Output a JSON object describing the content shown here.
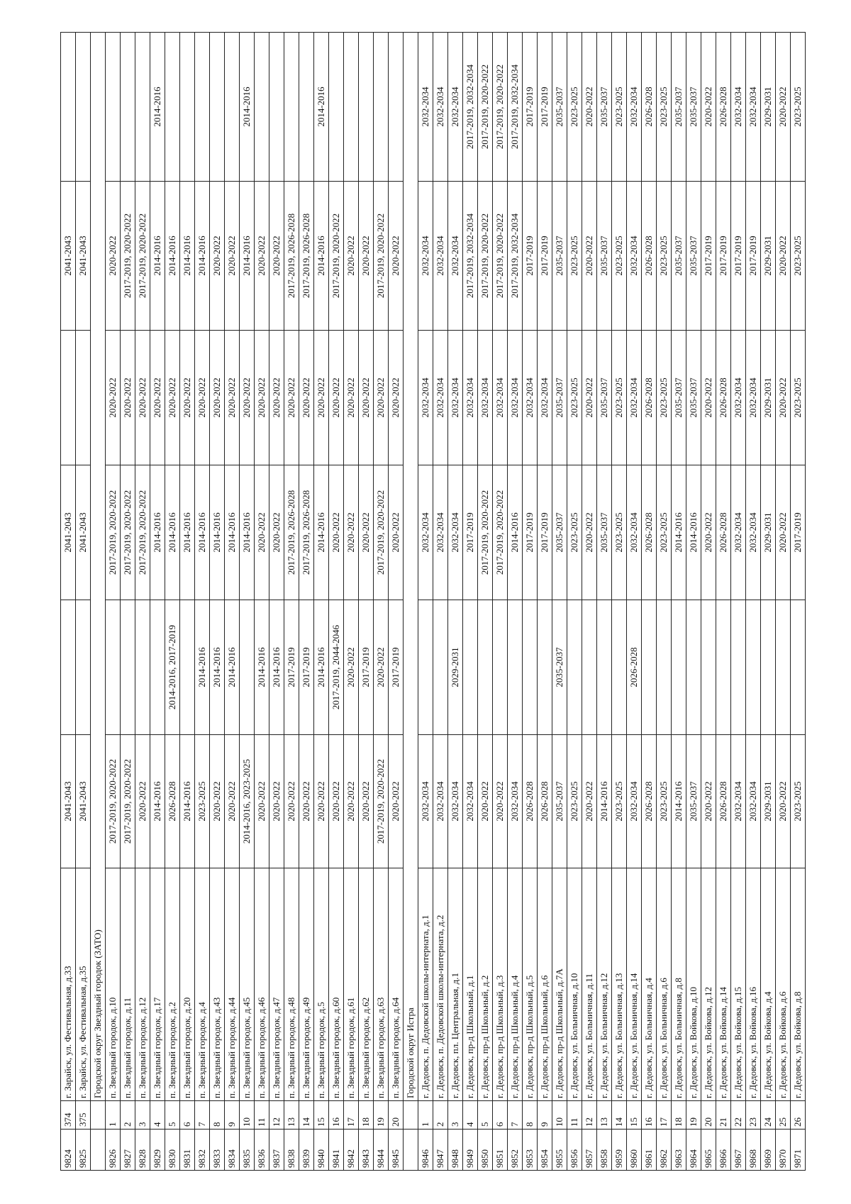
{
  "rows": [
    {
      "type": "row",
      "cells": [
        "9824",
        "374",
        "г. Зарайск, ул. Фестивальная, д.33",
        "2041-2043",
        "",
        "2041-2043",
        "",
        "2041-2043",
        ""
      ]
    },
    {
      "type": "row",
      "cells": [
        "9825",
        "375",
        "г. Зарайск, ул. Фестивальная, д.35",
        "2041-2043",
        "",
        "2041-2043",
        "",
        "2041-2043",
        ""
      ]
    },
    {
      "type": "section",
      "label": "Городской округ Звездный городок (ЗАТО)"
    },
    {
      "type": "row",
      "cells": [
        "9826",
        "1",
        "п. Звездный городок, д.10",
        "2017-2019, 2020-2022",
        "",
        "2017-2019, 2020-2022",
        "2020-2022",
        "2020-2022",
        ""
      ]
    },
    {
      "type": "row",
      "cells": [
        "9827",
        "2",
        "п. Звездный городок, д.11",
        "2017-2019, 2020-2022",
        "",
        "2017-2019, 2020-2022",
        "2020-2022",
        "2017-2019, 2020-2022",
        ""
      ]
    },
    {
      "type": "row",
      "cells": [
        "9828",
        "3",
        "п. Звездный городок, д.12",
        "2020-2022",
        "",
        "2017-2019, 2020-2022",
        "2020-2022",
        "2017-2019, 2020-2022",
        ""
      ]
    },
    {
      "type": "row",
      "cells": [
        "9829",
        "4",
        "п. Звездный городок, д.17",
        "2014-2016",
        "",
        "2014-2016",
        "2020-2022",
        "2014-2016",
        "2014-2016"
      ]
    },
    {
      "type": "row",
      "cells": [
        "9830",
        "5",
        "п. Звездный городок, д.2",
        "2026-2028",
        "2014-2016, 2017-2019",
        "2014-2016",
        "2020-2022",
        "2014-2016",
        ""
      ]
    },
    {
      "type": "row",
      "cells": [
        "9831",
        "6",
        "п. Звездный городок, д.20",
        "2014-2016",
        "",
        "2014-2016",
        "2020-2022",
        "2014-2016",
        ""
      ]
    },
    {
      "type": "row",
      "cells": [
        "9832",
        "7",
        "п. Звездный городок, д.4",
        "2023-2025",
        "2014-2016",
        "2014-2016",
        "2020-2022",
        "2014-2016",
        ""
      ]
    },
    {
      "type": "row",
      "cells": [
        "9833",
        "8",
        "п. Звездный городок, д.43",
        "2020-2022",
        "2014-2016",
        "2014-2016",
        "2020-2022",
        "2020-2022",
        ""
      ]
    },
    {
      "type": "row",
      "cells": [
        "9834",
        "9",
        "п. Звездный городок, д.44",
        "2020-2022",
        "2014-2016",
        "2014-2016",
        "2020-2022",
        "2020-2022",
        ""
      ]
    },
    {
      "type": "row",
      "cells": [
        "9835",
        "10",
        "п. Звездный городок, д.45",
        "2014-2016, 2023-2025",
        "",
        "2014-2016",
        "2020-2022",
        "2014-2016",
        "2014-2016"
      ]
    },
    {
      "type": "row",
      "cells": [
        "9836",
        "11",
        "п. Звездный городок, д.46",
        "2020-2022",
        "2014-2016",
        "2020-2022",
        "2020-2022",
        "2020-2022",
        ""
      ]
    },
    {
      "type": "row",
      "cells": [
        "9837",
        "12",
        "п. Звездный городок, д.47",
        "2020-2022",
        "2014-2016",
        "2020-2022",
        "2020-2022",
        "2020-2022",
        ""
      ]
    },
    {
      "type": "row",
      "cells": [
        "9838",
        "13",
        "п. Звездный городок, д.48",
        "2020-2022",
        "2017-2019",
        "2017-2019, 2026-2028",
        "2020-2022",
        "2017-2019, 2026-2028",
        ""
      ]
    },
    {
      "type": "row",
      "cells": [
        "9839",
        "14",
        "п. Звездный городок, д.49",
        "2020-2022",
        "2017-2019",
        "2017-2019, 2026-2028",
        "2020-2022",
        "2017-2019, 2026-2028",
        ""
      ]
    },
    {
      "type": "row",
      "cells": [
        "9840",
        "15",
        "п. Звездный городок, д.5",
        "2020-2022",
        "2014-2016",
        "2014-2016",
        "2020-2022",
        "2014-2016",
        "2014-2016"
      ]
    },
    {
      "type": "row",
      "cells": [
        "9841",
        "16",
        "п. Звездный городок, д.60",
        "2020-2022",
        "2017-2019, 2044-2046",
        "2020-2022",
        "2020-2022",
        "2017-2019, 2020-2022",
        ""
      ]
    },
    {
      "type": "row",
      "cells": [
        "9842",
        "17",
        "п. Звездный городок, д.61",
        "2020-2022",
        "2020-2022",
        "2020-2022",
        "2020-2022",
        "2020-2022",
        ""
      ]
    },
    {
      "type": "row",
      "cells": [
        "9843",
        "18",
        "п. Звездный городок, д.62",
        "2020-2022",
        "2017-2019",
        "2020-2022",
        "2020-2022",
        "2020-2022",
        ""
      ]
    },
    {
      "type": "row",
      "cells": [
        "9844",
        "19",
        "п. Звездный городок, д.63",
        "2017-2019, 2020-2022",
        "2020-2022",
        "2017-2019, 2020-2022",
        "2020-2022",
        "2017-2019, 2020-2022",
        ""
      ]
    },
    {
      "type": "row",
      "cells": [
        "9845",
        "20",
        "п. Звездный городок, д.64",
        "2020-2022",
        "2017-2019",
        "2020-2022",
        "2020-2022",
        "2020-2022",
        ""
      ]
    },
    {
      "type": "section",
      "label": "Городской округ Истра"
    },
    {
      "type": "row",
      "cells": [
        "9846",
        "1",
        "г. Дедовск, п. Дедовской школы-интерната, д.1",
        "2032-2034",
        "",
        "2032-2034",
        "2032-2034",
        "2032-2034",
        "2032-2034"
      ]
    },
    {
      "type": "row",
      "cells": [
        "9847",
        "2",
        "г. Дедовск, п. Дедовской школы-интерната, д.2",
        "2032-2034",
        "",
        "2032-2034",
        "2032-2034",
        "2032-2034",
        "2032-2034"
      ]
    },
    {
      "type": "row",
      "cells": [
        "9848",
        "3",
        "г. Дедовск, пл. Центральная, д.1",
        "2032-2034",
        "2029-2031",
        "2032-2034",
        "2032-2034",
        "2032-2034",
        "2032-2034"
      ]
    },
    {
      "type": "row",
      "cells": [
        "9849",
        "4",
        "г. Дедовск, пр-д Школьный, д.1",
        "2032-2034",
        "",
        "2017-2019",
        "2032-2034",
        "2017-2019, 2032-2034",
        "2017-2019, 2032-2034"
      ]
    },
    {
      "type": "row",
      "cells": [
        "9850",
        "5",
        "г. Дедовск, пр-д Школьный, д.2",
        "2020-2022",
        "",
        "2017-2019, 2020-2022",
        "2032-2034",
        "2017-2019, 2020-2022",
        "2017-2019, 2020-2022"
      ]
    },
    {
      "type": "row",
      "cells": [
        "9851",
        "6",
        "г. Дедовск, пр-д Школьный, д.3",
        "2020-2022",
        "",
        "2017-2019, 2020-2022",
        "2032-2034",
        "2017-2019, 2020-2022",
        "2017-2019, 2020-2022"
      ]
    },
    {
      "type": "row",
      "cells": [
        "9852",
        "7",
        "г. Дедовск, пр-д Школьный, д.4",
        "2032-2034",
        "",
        "2014-2016",
        "2032-2034",
        "2017-2019, 2032-2034",
        "2017-2019, 2032-2034"
      ]
    },
    {
      "type": "row",
      "cells": [
        "9853",
        "8",
        "г. Дедовск, пр-д Школьный, д.5",
        "2026-2028",
        "",
        "2017-2019",
        "2032-2034",
        "2017-2019",
        "2017-2019"
      ]
    },
    {
      "type": "row",
      "cells": [
        "9854",
        "9",
        "г. Дедовск, пр-д Школьный, д.6",
        "2026-2028",
        "",
        "2017-2019",
        "2032-2034",
        "2017-2019",
        "2017-2019"
      ]
    },
    {
      "type": "row",
      "cells": [
        "9855",
        "10",
        "г. Дедовск, пр-д Школьный, д.7А",
        "2035-2037",
        "2035-2037",
        "2035-2037",
        "2035-2037",
        "2035-2037",
        "2035-2037"
      ]
    },
    {
      "type": "row",
      "cells": [
        "9856",
        "11",
        "г. Дедовск, ул. Больничная, д.10",
        "2023-2025",
        "",
        "2023-2025",
        "2023-2025",
        "2023-2025",
        "2023-2025"
      ]
    },
    {
      "type": "row",
      "cells": [
        "9857",
        "12",
        "г. Дедовск, ул. Больничная, д.11",
        "2020-2022",
        "",
        "2020-2022",
        "2020-2022",
        "2020-2022",
        "2020-2022"
      ]
    },
    {
      "type": "row",
      "cells": [
        "9858",
        "13",
        "г. Дедовск, ул. Больничная, д.12",
        "2014-2016",
        "",
        "2035-2037",
        "2035-2037",
        "2035-2037",
        "2035-2037"
      ]
    },
    {
      "type": "row",
      "cells": [
        "9859",
        "14",
        "г. Дедовск, ул. Больничная, д.13",
        "2023-2025",
        "",
        "2023-2025",
        "2023-2025",
        "2023-2025",
        "2023-2025"
      ]
    },
    {
      "type": "row",
      "cells": [
        "9860",
        "15",
        "г. Дедовск, ул. Больничная, д.14",
        "2032-2034",
        "2026-2028",
        "2032-2034",
        "2032-2034",
        "2032-2034",
        "2032-2034"
      ]
    },
    {
      "type": "row",
      "cells": [
        "9861",
        "16",
        "г. Дедовск, ул. Больничная, д.4",
        "2026-2028",
        "",
        "2026-2028",
        "2026-2028",
        "2026-2028",
        "2026-2028"
      ]
    },
    {
      "type": "row",
      "cells": [
        "9862",
        "17",
        "г. Дедовск, ул. Больничная, д.6",
        "2023-2025",
        "",
        "2023-2025",
        "2023-2025",
        "2023-2025",
        "2023-2025"
      ]
    },
    {
      "type": "row",
      "cells": [
        "9863",
        "18",
        "г. Дедовск, ул. Больничная, д.8",
        "2014-2016",
        "",
        "2014-2016",
        "2035-2037",
        "2035-2037",
        "2035-2037"
      ]
    },
    {
      "type": "row",
      "cells": [
        "9864",
        "19",
        "г. Дедовск, ул. Войкова, д.10",
        "2035-2037",
        "",
        "2014-2016",
        "2035-2037",
        "2035-2037",
        "2035-2037"
      ]
    },
    {
      "type": "row",
      "cells": [
        "9865",
        "20",
        "г. Дедовск, ул. Войкова, д.12",
        "2020-2022",
        "",
        "2020-2022",
        "2020-2022",
        "2017-2019",
        "2020-2022"
      ]
    },
    {
      "type": "row",
      "cells": [
        "9866",
        "21",
        "г. Дедовск, ул. Войкова, д.14",
        "2026-2028",
        "",
        "2026-2028",
        "2026-2028",
        "2017-2019",
        "2026-2028"
      ]
    },
    {
      "type": "row",
      "cells": [
        "9867",
        "22",
        "г. Дедовск, ул. Войкова, д.15",
        "2032-2034",
        "",
        "2032-2034",
        "2032-2034",
        "2017-2019",
        "2032-2034"
      ]
    },
    {
      "type": "row",
      "cells": [
        "9868",
        "23",
        "г. Дедовск, ул. Войкова, д.16",
        "2032-2034",
        "",
        "2032-2034",
        "2032-2034",
        "2017-2019",
        "2032-2034"
      ]
    },
    {
      "type": "row",
      "cells": [
        "9869",
        "24",
        "г. Дедовск, ул. Войкова, д.4",
        "2029-2031",
        "",
        "2029-2031",
        "2029-2031",
        "2029-2031",
        "2029-2031"
      ]
    },
    {
      "type": "row",
      "cells": [
        "9870",
        "25",
        "г. Дедовск, ул. Войкова, д.6",
        "2020-2022",
        "",
        "2020-2022",
        "2020-2022",
        "2020-2022",
        "2020-2022"
      ]
    },
    {
      "type": "row",
      "cells": [
        "9871",
        "26",
        "г. Дедовск, ул. Войкова, д.8",
        "2023-2025",
        "",
        "2017-2019",
        "2023-2025",
        "2023-2025",
        "2023-2025"
      ]
    }
  ]
}
